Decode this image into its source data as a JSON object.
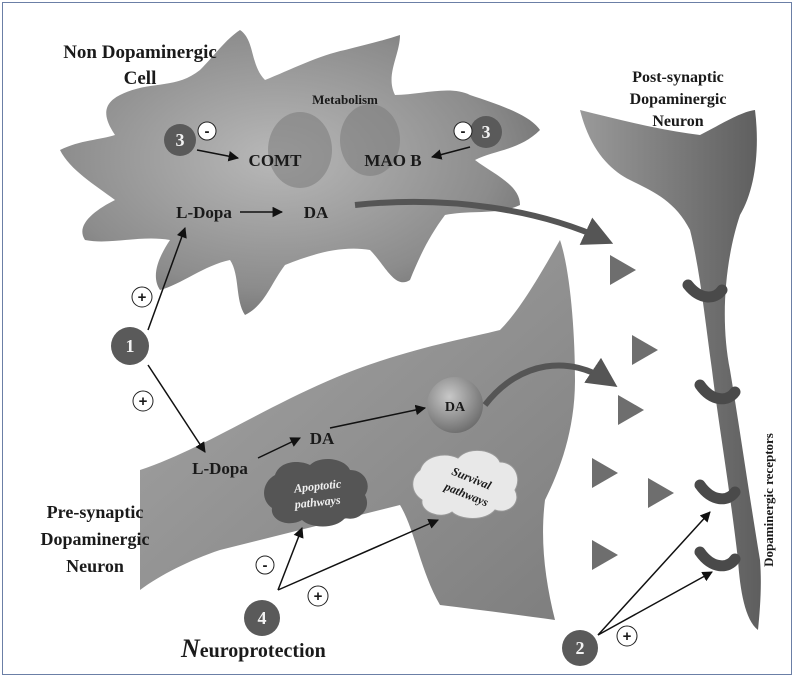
{
  "labels": {
    "non_dopaminergic_line1": "Non Dopaminergic",
    "non_dopaminergic_line2": "Cell",
    "metabolism": "Metabolism",
    "comt": "COMT",
    "mao_b": "MAO B",
    "ldopa_top": "L-Dopa",
    "da_top": "DA",
    "post_synaptic_line1": "Post-synaptic",
    "post_synaptic_line2": "Dopaminergic",
    "post_synaptic_line3": "Neuron",
    "da_vesicle": "DA",
    "da_mid": "DA",
    "ldopa_bottom": "L-Dopa",
    "apoptotic_line1": "Apoptotic",
    "apoptotic_line2": "pathways",
    "survival_line1": "Survival",
    "survival_line2": "pathways",
    "pre_synaptic_line1": "Pre-synaptic",
    "pre_synaptic_line2": "Dopaminergic",
    "pre_synaptic_line3": "Neuron",
    "neuroprotection_prefix": "N",
    "neuroprotection_rest": "europrotection",
    "dopaminergic_receptors": "Dopaminergic receptors"
  },
  "markers": {
    "n1": "1",
    "n2": "2",
    "n3_left": "3",
    "n3_right": "3",
    "n4": "4"
  },
  "signs": {
    "minus_comt": "-",
    "minus_mao": "-",
    "plus_ldopa_top": "+",
    "plus_ldopa_bottom": "+",
    "minus_apoptotic": "-",
    "plus_survival": "+",
    "plus_receptors": "+"
  },
  "colors": {
    "cell_fill": "#8a8a8a",
    "marker_fill": "#5a5a5a",
    "triangle_fill": "#6e6e6e",
    "receptor_fill": "#4a4a4a",
    "frame_border": "#6b7fa6"
  }
}
